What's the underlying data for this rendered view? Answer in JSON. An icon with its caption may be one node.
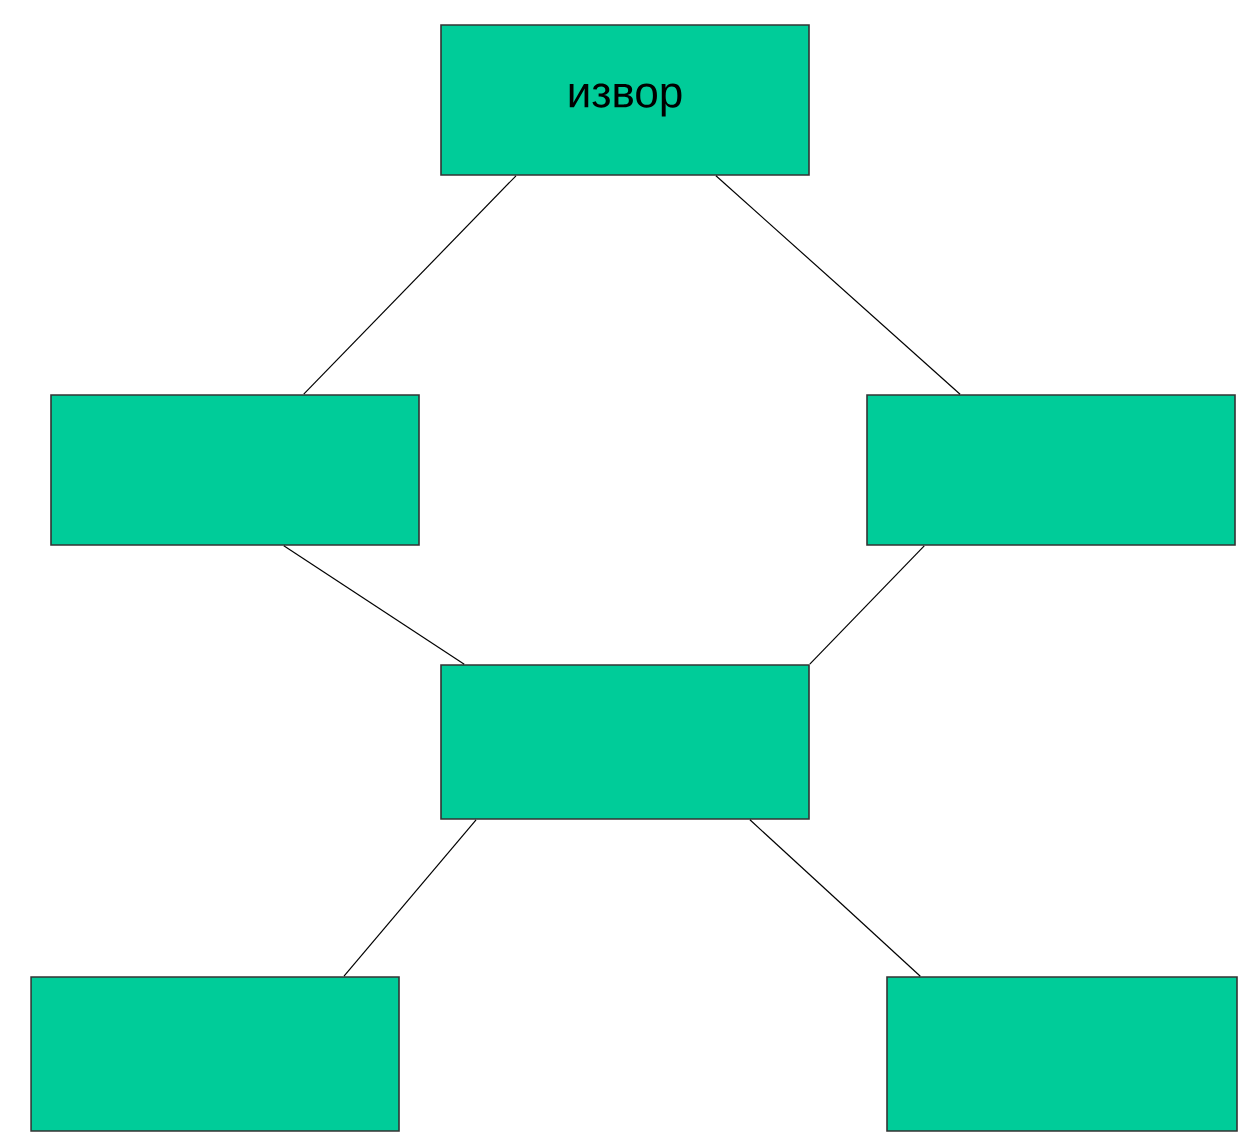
{
  "diagram": {
    "nodes": [
      {
        "text": [
          "извор"
        ]
      },
      {
        "text": [],
        "shape": "box"
      },
      {
        "text": [],
        "shape": "box"
      },
      {
        "text": [],
        "shape": "box"
      },
      {
        "text": [],
        "shape": "box"
      },
      {
        "text": [],
        "shape": "box"
      }
    ],
    "edges": [
      {
        "from": 0,
        "to": 1,
        "arrow": "none"
      },
      {
        "from": 0,
        "to": 2,
        "arrow": "none"
      },
      {
        "from": 1,
        "to": 3,
        "arrow": "none"
      },
      {
        "from": 2,
        "to": 3,
        "arrow": "none"
      },
      {
        "from": 3,
        "to": 4,
        "arrow": "none"
      },
      {
        "from": 3,
        "to": 5,
        "arrow": "none"
      }
    ]
  }
}
